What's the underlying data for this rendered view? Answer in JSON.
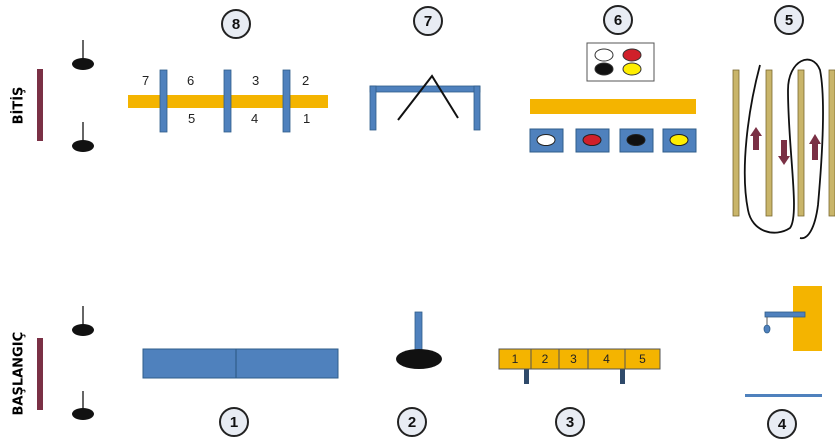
{
  "labels": {
    "finish": "BİTİŞ",
    "start": "BAŞLANGIÇ"
  },
  "stations": {
    "s1": "1",
    "s2": "2",
    "s3": "3",
    "s4": "4",
    "s5": "5",
    "s6": "6",
    "s7": "7",
    "s8": "8"
  },
  "station8_numbers": {
    "n7": "7",
    "n6": "6",
    "n3": "3",
    "n2": "2",
    "n5": "5",
    "n4": "4",
    "n1": "1"
  },
  "station3_boxes": [
    "1",
    "2",
    "3",
    "4",
    "5"
  ],
  "colors": {
    "blue": "#4f81bd",
    "blue_dark": "#2f5d8a",
    "yellow": "#f4b400",
    "gold_pole": "#c9b56a",
    "maroon": "#7a3045",
    "red": "#d0202a",
    "black": "#111111",
    "ball_yellow": "#ffee00"
  }
}
